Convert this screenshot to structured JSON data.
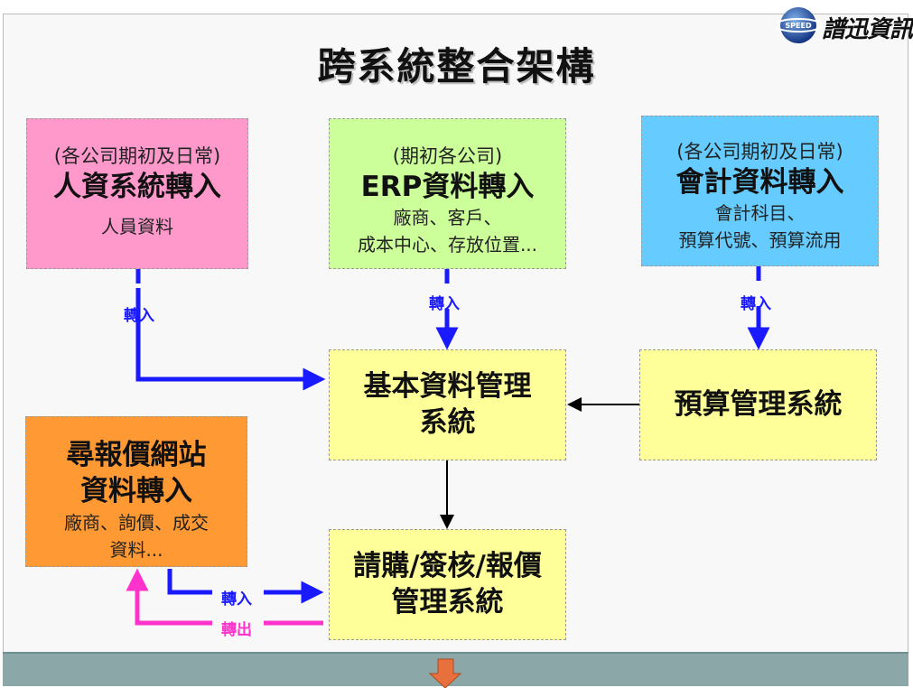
{
  "title": "跨系統整合架構",
  "logo": {
    "text": "譜迅資訊"
  },
  "boxes": {
    "hr": {
      "pre": "(各公司期初及日常)",
      "title": "人資系統轉入",
      "details": [
        "人員資料"
      ]
    },
    "erp": {
      "pre": "(期初各公司)",
      "title": "ERP資料轉入",
      "details": [
        "廠商、客戶、",
        "成本中心、存放位置..."
      ]
    },
    "acct": {
      "pre": "(各公司期初及日常)",
      "title": "會計資料轉入",
      "details": [
        "會計科目、",
        "預算代號、預算流用"
      ]
    },
    "basic": {
      "lines": [
        "基本資料管理",
        "系統"
      ]
    },
    "budget": {
      "lines": [
        "預算管理系統"
      ]
    },
    "quote": {
      "lines": [
        "尋報價網站",
        "資料轉入"
      ],
      "details": [
        "廠商、詢價、成交",
        "資料..."
      ]
    },
    "purchase": {
      "lines": [
        "請購/簽核/報價",
        "管理系統"
      ]
    }
  },
  "arrow_labels": {
    "hr_in": "轉入",
    "erp_in": "轉入",
    "acct_in": "轉入",
    "quote_in": "轉入",
    "quote_out": "轉出"
  },
  "colors": {
    "pink": "#ff99cc",
    "green": "#ccff99",
    "blue": "#66ccff",
    "yellow": "#ffff99",
    "orange": "#ff9933",
    "arrow_blue": "#1a1aff",
    "arrow_magenta": "#ff33cc",
    "footer": "#8ba7a8"
  }
}
